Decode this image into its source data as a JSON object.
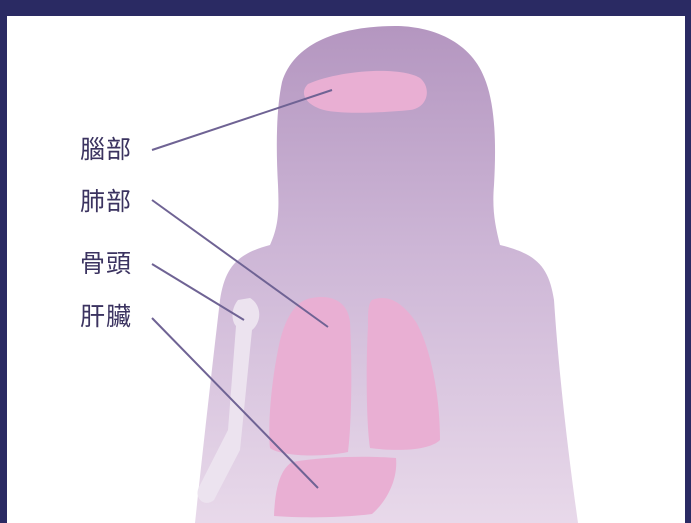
{
  "labels": {
    "brain": "腦部",
    "lung": "肺部",
    "bone": "骨頭",
    "liver": "肝臟"
  },
  "colors": {
    "border": "#2a2a63",
    "body_top": "#b79ac3",
    "body_bottom": "#e8d8ea",
    "organ": "#e9afd3",
    "bone": "#ece3ef",
    "leader_line": "#6f6394",
    "label_text": "#3b3360"
  }
}
